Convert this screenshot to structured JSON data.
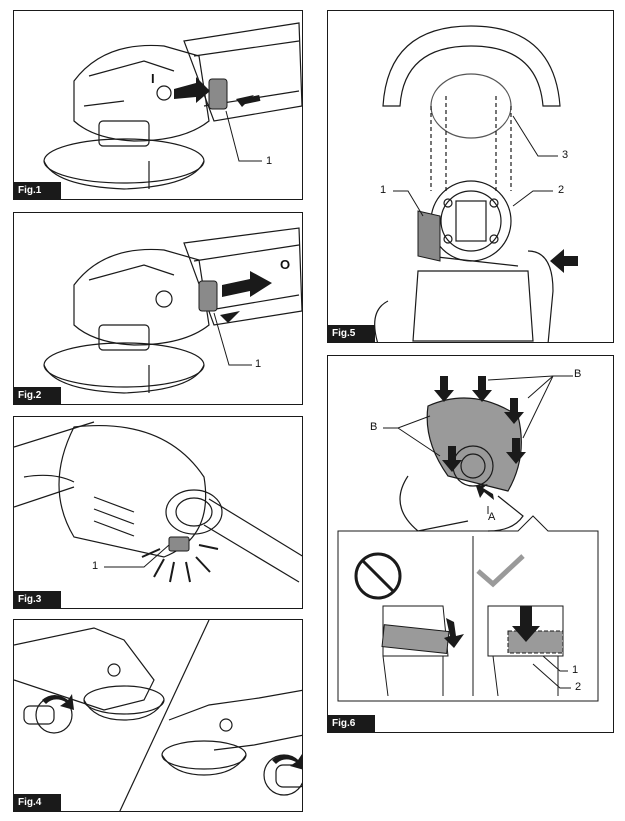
{
  "figures": {
    "fig1": {
      "label": "Fig.1",
      "callout": "1",
      "switch_glyph": "I"
    },
    "fig2": {
      "label": "Fig.2",
      "callout": "1",
      "switch_glyph": "O"
    },
    "fig3": {
      "label": "Fig.3",
      "callout": "1"
    },
    "fig4": {
      "label": "Fig.4"
    },
    "fig5": {
      "label": "Fig.5",
      "callouts": [
        "1",
        "2",
        "3"
      ]
    },
    "fig6": {
      "label": "Fig.6",
      "callouts": [
        "B",
        "B",
        "A",
        "1",
        "2"
      ]
    }
  },
  "colors": {
    "line": "#1a1a1a",
    "label_bg": "#1a1a1a",
    "shade": "#9a9a9a",
    "light_shade": "#cfcfcf"
  }
}
